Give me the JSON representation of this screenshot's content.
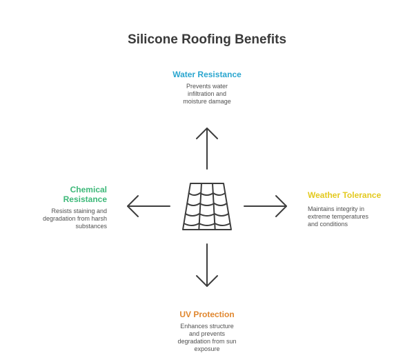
{
  "title": "Silicone Roofing Benefits",
  "colors": {
    "water": "#2aa6cf",
    "uv": "#e0872f",
    "chemical": "#3cb878",
    "weather": "#e3c91e",
    "line": "#3d3d3d",
    "text": "#505050"
  },
  "icons": {
    "center": "roof-tiles-icon",
    "arrows": [
      "arrow-up-icon",
      "arrow-down-icon",
      "arrow-left-icon",
      "arrow-right-icon"
    ]
  },
  "benefits": {
    "water": {
      "heading": "Water Resistance",
      "desc_lines": [
        "Prevents water",
        "infiltration and",
        "moisture damage"
      ]
    },
    "uv": {
      "heading": "UV Protection",
      "desc_lines": [
        "Enhances structure",
        "and prevents",
        "degradation from sun",
        "exposure"
      ]
    },
    "chemical": {
      "heading_lines": [
        "Chemical",
        "Resistance"
      ],
      "desc_lines": [
        "Resists staining and",
        "degradation from harsh",
        "substances"
      ]
    },
    "weather": {
      "heading": "Weather Tolerance",
      "desc_lines": [
        "Maintains integrity in",
        "extreme temperatures",
        "and conditions"
      ]
    }
  }
}
